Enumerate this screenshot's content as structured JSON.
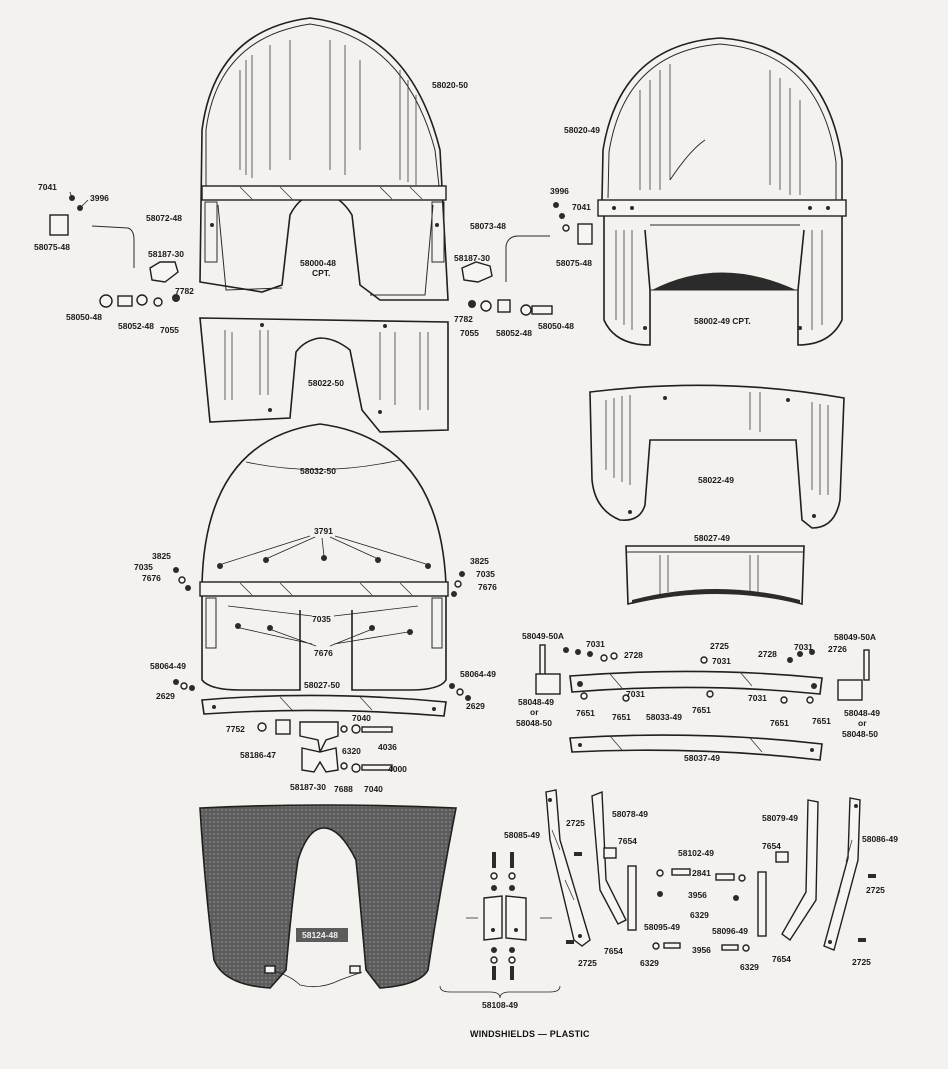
{
  "caption": "WINDSHIELDS — PLASTIC",
  "labels": {
    "p58020_50": "58020-50",
    "p58020_49": "58020-49",
    "p58000_48": "58000-48",
    "cpt": "CPT.",
    "p58002_49": "58002-49 CPT.",
    "p58022_50": "58022-50",
    "p58022_49": "58022-49",
    "p58027_49": "58027-49",
    "p58032_50": "58032-50",
    "p58027_50": "58027-50",
    "p58033_49": "58033-49",
    "p58037_49": "58037-49",
    "p58124_48": "58124-48",
    "p58108_49": "58108-49",
    "p58072_48": "58072-48",
    "p58073_48": "58073-48",
    "p58075_48": "58075-48",
    "p58187_30": "58187-30",
    "p58050_48": "58050-48",
    "p58052_48": "58052-48",
    "p58186_47": "58186-47",
    "p58064_49": "58064-49",
    "p58049_50a": "58049-50A",
    "p58048_49": "58048-49",
    "or": "or",
    "p58048_50": "58048-50",
    "p58085_49": "58085-49",
    "p58086_49": "58086-49",
    "p58078_49": "58078-49",
    "p58079_49": "58079-49",
    "p58102_49": "58102-49",
    "p58095_49": "58095-49",
    "p58096_49": "58096-49",
    "n7041": "7041",
    "n3996": "3996",
    "n7782": "7782",
    "n7055": "7055",
    "n3825": "3825",
    "n7035": "7035",
    "n7676": "7676",
    "n3791": "3791",
    "n2629": "2629",
    "n7752": "7752",
    "n7040": "7040",
    "n4036": "4036",
    "n6320": "6320",
    "n7688": "7688",
    "n4000": "4000",
    "n7031": "7031",
    "n2728": "2728",
    "n2725": "2725",
    "n2726": "2726",
    "n7651": "7651",
    "n7654": "7654",
    "n2841": "2841",
    "n3956": "3956",
    "n6329": "6329"
  }
}
